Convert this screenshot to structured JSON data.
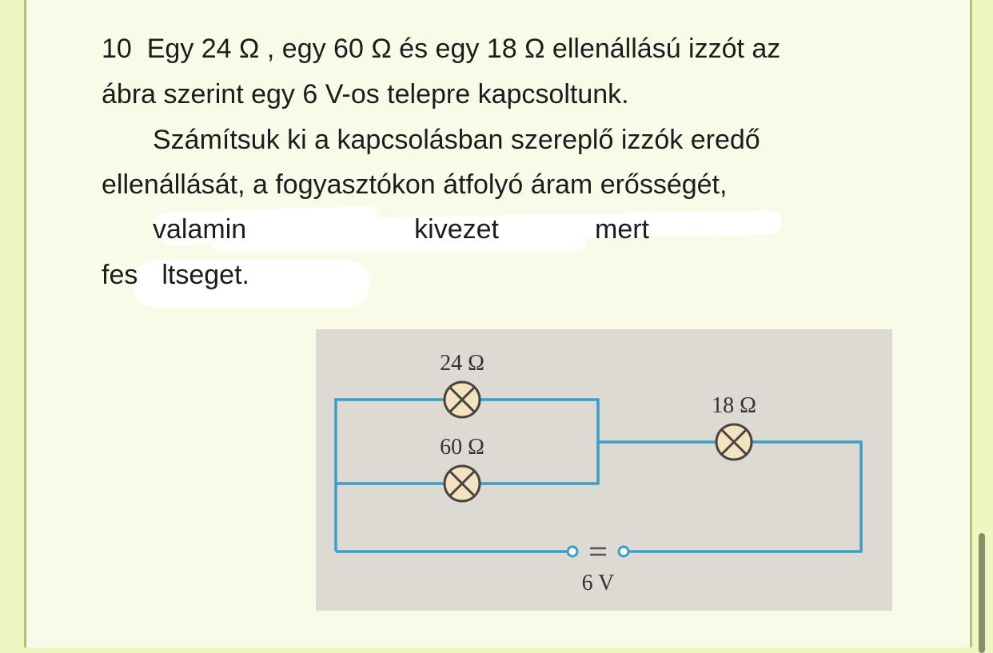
{
  "problem": {
    "number": "10",
    "lines": [
      "Egy 24 Ω , egy 60 Ω és egy 18 Ω ellenállású izzót az",
      "ábra szerint egy 6 V-os telepre kapcsoltunk.",
      "Számítsuk ki a kapcsolásban szereplő izzók eredő",
      "ellenállását, a fogyasztókon átfolyó áram erősségét,"
    ],
    "redacted_fragments": [
      "valamin",
      "kivezet",
      "mert",
      "fes",
      "ltseget."
    ]
  },
  "circuit": {
    "labels": {
      "r1": "24 Ω",
      "r2": "60 Ω",
      "r3": "18 Ω",
      "source": "6 V"
    },
    "colors": {
      "wire": "#3a9fc8",
      "background": "#dcdad3",
      "bulb": "#f3e3c0"
    }
  }
}
